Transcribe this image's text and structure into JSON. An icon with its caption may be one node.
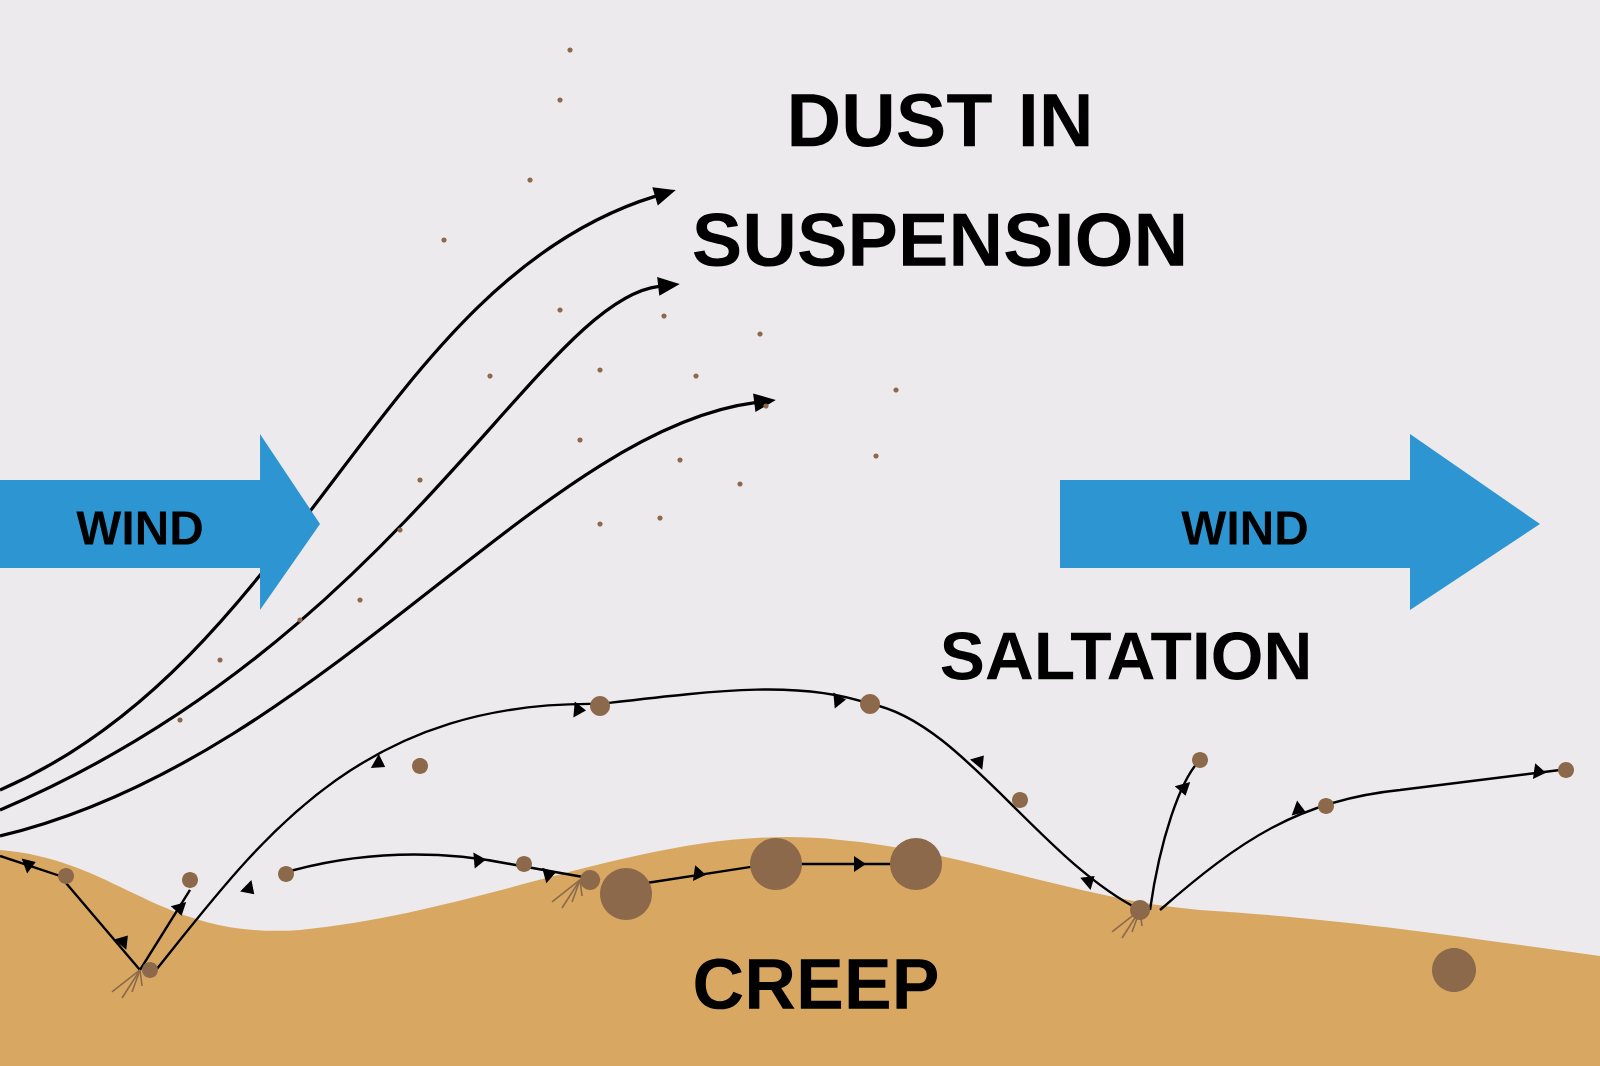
{
  "diagram": {
    "nodes": [
      {
        "text": [
          "WIND"
        ]
      },
      {
        "text": [
          "WIND"
        ]
      }
    ],
    "labels": [
      "DUST IN SUSPENSION",
      "SALTATION",
      "CREEP"
    ]
  }
}
